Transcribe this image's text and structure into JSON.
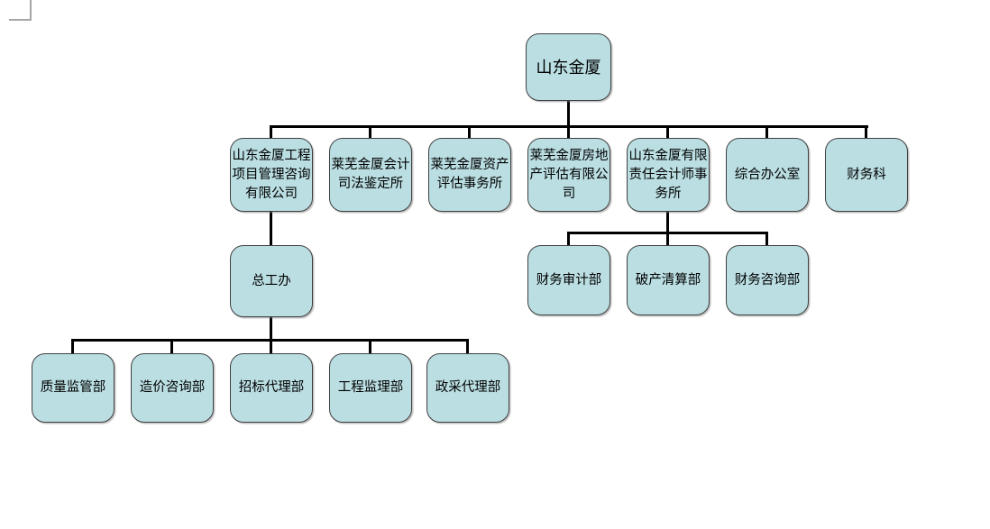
{
  "page": {
    "background_color": "#ffffff",
    "margin_corner_mark_color": "#a6a6a6"
  },
  "chart": {
    "type": "org-chart",
    "node_fill_color": "#badee2",
    "node_border_color": "#3f3f3f",
    "connector_color": "#000000",
    "text_color": "#000000"
  },
  "nodes": {
    "root": {
      "label": "山东金厦"
    },
    "l2_1": {
      "label": [
        "山东金厦工程",
        "项目管理咨询",
        "有限公司"
      ]
    },
    "l2_2": {
      "label": [
        "莱芜金厦会计",
        "司法鉴定所"
      ]
    },
    "l2_3": {
      "label": [
        "莱芜金厦资产",
        "评估事务所"
      ]
    },
    "l2_4": {
      "label": [
        "莱芜金厦房地",
        "产评估有限公",
        "司"
      ]
    },
    "l2_5": {
      "label": [
        "山东金厦有限",
        "责任会计师事",
        "务所"
      ]
    },
    "l2_6": {
      "label": "综合办公室"
    },
    "l2_7": {
      "label": "财务科"
    },
    "l3_zgb": {
      "label": "总工办"
    },
    "l3_cwsj": {
      "label": "财务审计部"
    },
    "l3_pcqs": {
      "label": "破产清算部"
    },
    "l3_cwzx": {
      "label": "财务咨询部"
    },
    "l4_1": {
      "label": "质量监管部"
    },
    "l4_2": {
      "label": "造价咨询部"
    },
    "l4_3": {
      "label": "招标代理部"
    },
    "l4_4": {
      "label": "工程监理部"
    },
    "l4_5": {
      "label": "政采代理部"
    }
  },
  "edges": [
    [
      "root",
      "l2_1"
    ],
    [
      "root",
      "l2_2"
    ],
    [
      "root",
      "l2_3"
    ],
    [
      "root",
      "l2_4"
    ],
    [
      "root",
      "l2_5"
    ],
    [
      "root",
      "l2_6"
    ],
    [
      "root",
      "l2_7"
    ],
    [
      "l2_1",
      "l3_zgb"
    ],
    [
      "l3_zgb",
      "l4_1"
    ],
    [
      "l3_zgb",
      "l4_2"
    ],
    [
      "l3_zgb",
      "l4_3"
    ],
    [
      "l3_zgb",
      "l4_4"
    ],
    [
      "l3_zgb",
      "l4_5"
    ],
    [
      "l2_5",
      "l3_cwsj"
    ],
    [
      "l2_5",
      "l3_pcqs"
    ],
    [
      "l2_5",
      "l3_cwzx"
    ]
  ]
}
